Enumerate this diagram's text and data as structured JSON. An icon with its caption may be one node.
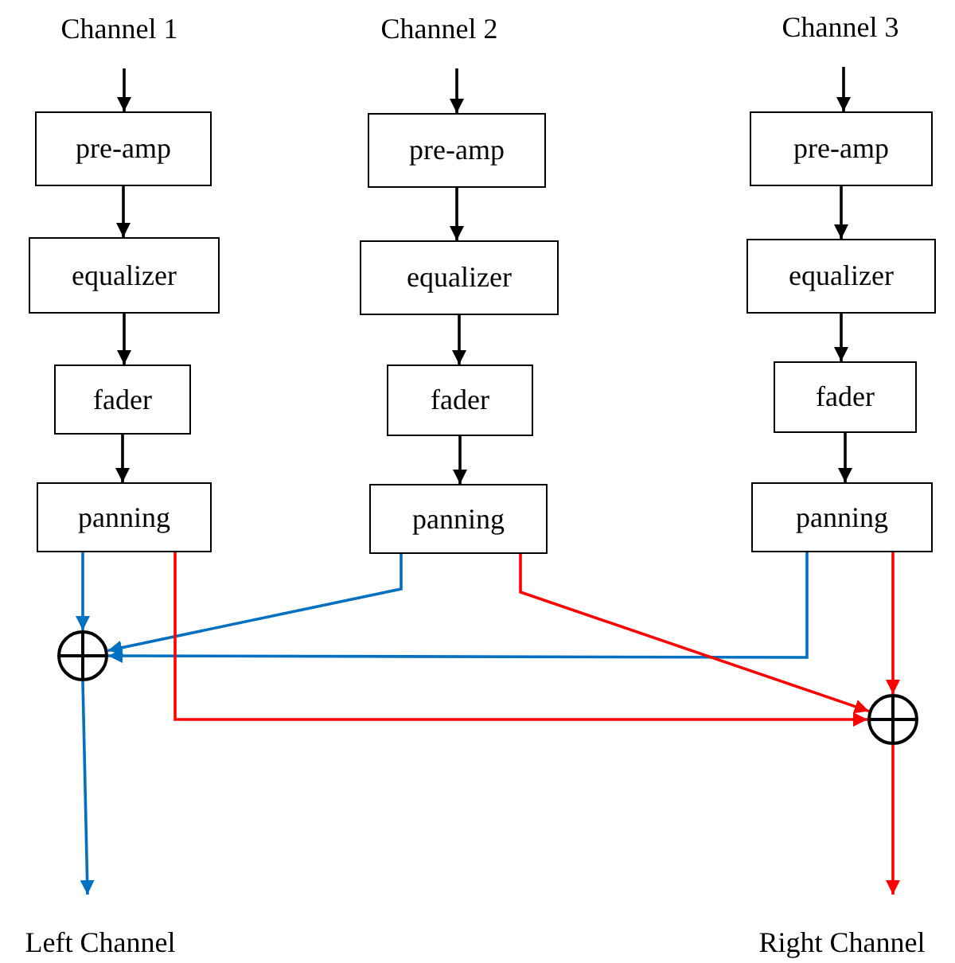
{
  "diagram": {
    "nodes": [
      {
        "text": [
          "Channel 1"
        ]
      },
      {
        "text": [
          "pre-amp"
        ]
      },
      {
        "text": [
          "equalizer"
        ]
      },
      {
        "text": [
          "fader"
        ]
      },
      {
        "text": [
          "panning"
        ]
      },
      {
        "text": [
          "Channel 2"
        ]
      },
      {
        "text": [
          "pre-amp"
        ]
      },
      {
        "text": [
          "equalizer"
        ]
      },
      {
        "text": [
          "fader"
        ]
      },
      {
        "text": [
          "panning"
        ]
      },
      {
        "text": [
          "Channel 3"
        ]
      },
      {
        "text": [
          "pre-amp"
        ]
      },
      {
        "text": [
          "equalizer"
        ]
      },
      {
        "text": [
          "fader"
        ]
      },
      {
        "text": [
          "panning"
        ]
      },
      {
        "text": [],
        "shape": "circle"
      },
      {
        "text": [],
        "shape": "circle"
      },
      {
        "text": [
          "Left Channel"
        ]
      },
      {
        "text": [
          "Right Channel"
        ]
      }
    ],
    "edges": [
      {
        "from": 0,
        "to": 1,
        "arrow": "to"
      },
      {
        "from": 1,
        "to": 2,
        "arrow": "to"
      },
      {
        "from": 2,
        "to": 3,
        "arrow": "to"
      },
      {
        "from": 3,
        "to": 4,
        "arrow": "to"
      },
      {
        "from": 5,
        "to": 6,
        "arrow": "to"
      },
      {
        "from": 6,
        "to": 7,
        "arrow": "to"
      },
      {
        "from": 7,
        "to": 8,
        "arrow": "to"
      },
      {
        "from": 8,
        "to": 9,
        "arrow": "to"
      },
      {
        "from": 10,
        "to": 11,
        "arrow": "to"
      },
      {
        "from": 11,
        "to": 12,
        "arrow": "to"
      },
      {
        "from": 12,
        "to": 13,
        "arrow": "to"
      },
      {
        "from": 13,
        "to": 14,
        "arrow": "to"
      },
      {
        "from": 4,
        "to": 15,
        "arrow": "to",
        "color": "#0070c0"
      },
      {
        "from": 9,
        "to": 15,
        "arrow": "to",
        "color": "#0070c0"
      },
      {
        "from": 14,
        "to": 15,
        "arrow": "to",
        "color": "#0070c0"
      },
      {
        "from": 4,
        "to": 16,
        "arrow": "to",
        "color": "#ff0000"
      },
      {
        "from": 9,
        "to": 16,
        "arrow": "to",
        "color": "#ff0000"
      },
      {
        "from": 14,
        "to": 16,
        "arrow": "to",
        "color": "#ff0000"
      },
      {
        "from": 15,
        "to": 17,
        "arrow": "to",
        "color": "#0070c0"
      },
      {
        "from": 16,
        "to": 18,
        "arrow": "to",
        "color": "#ff0000"
      }
    ]
  }
}
